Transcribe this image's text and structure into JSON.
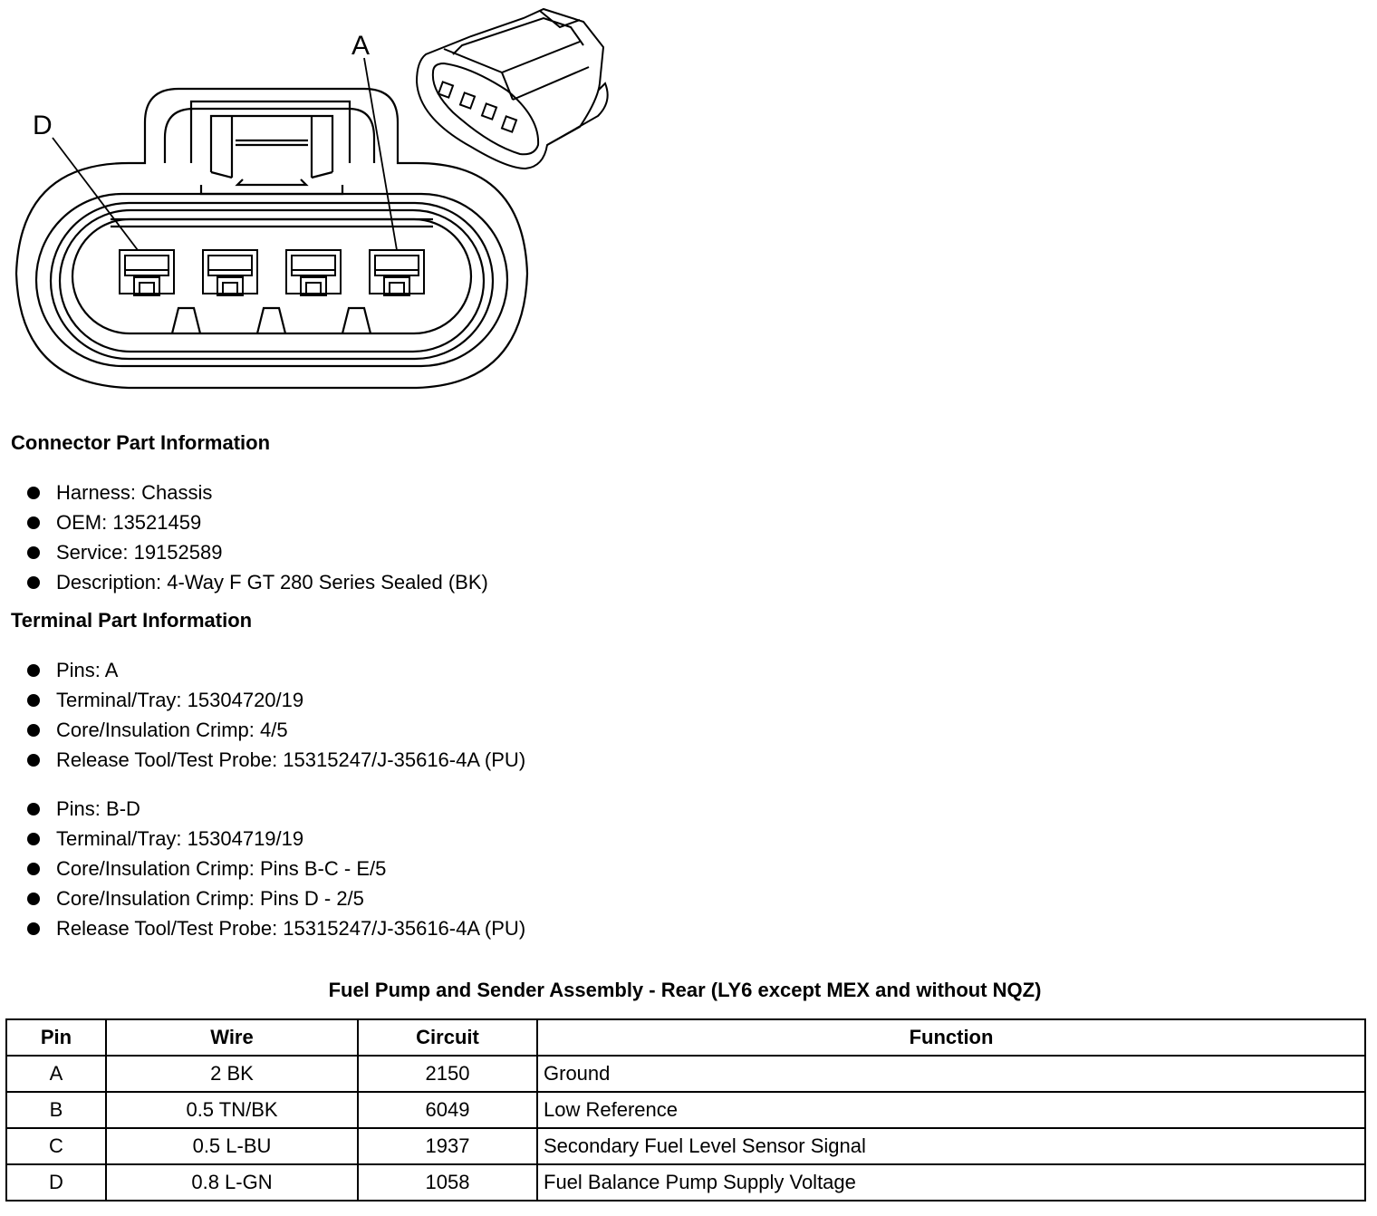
{
  "diagram": {
    "pin_label_a": "A",
    "pin_label_d": "D"
  },
  "connector_info": {
    "heading": "Connector Part Information",
    "items": [
      "Harness: Chassis",
      "OEM: 13521459",
      "Service: 19152589",
      "Description: 4-Way F GT 280 Series Sealed (BK)"
    ]
  },
  "terminal_info": {
    "heading": "Terminal Part Information",
    "group1": [
      "Pins: A",
      "Terminal/Tray: 15304720/19",
      "Core/Insulation Crimp: 4/5",
      "Release Tool/Test Probe: 15315247/J-35616-4A (PU)"
    ],
    "group2": [
      "Pins: B-D",
      "Terminal/Tray: 15304719/19",
      "Core/Insulation Crimp: Pins B-C - E/5",
      "Core/Insulation Crimp: Pins D - 2/5",
      "Release Tool/Test Probe: 15315247/J-35616-4A (PU)"
    ]
  },
  "table": {
    "title": "Fuel Pump and Sender Assembly - Rear (LY6 except MEX and without NQZ)",
    "headers": [
      "Pin",
      "Wire",
      "Circuit",
      "Function"
    ],
    "rows": [
      [
        "A",
        "2 BK",
        "2150",
        "Ground"
      ],
      [
        "B",
        "0.5 TN/BK",
        "6049",
        "Low Reference"
      ],
      [
        "C",
        "0.5 L-BU",
        "1937",
        "Secondary Fuel Level Sensor Signal"
      ],
      [
        "D",
        "0.8 L-GN",
        "1058",
        "Fuel Balance Pump Supply Voltage"
      ]
    ]
  }
}
